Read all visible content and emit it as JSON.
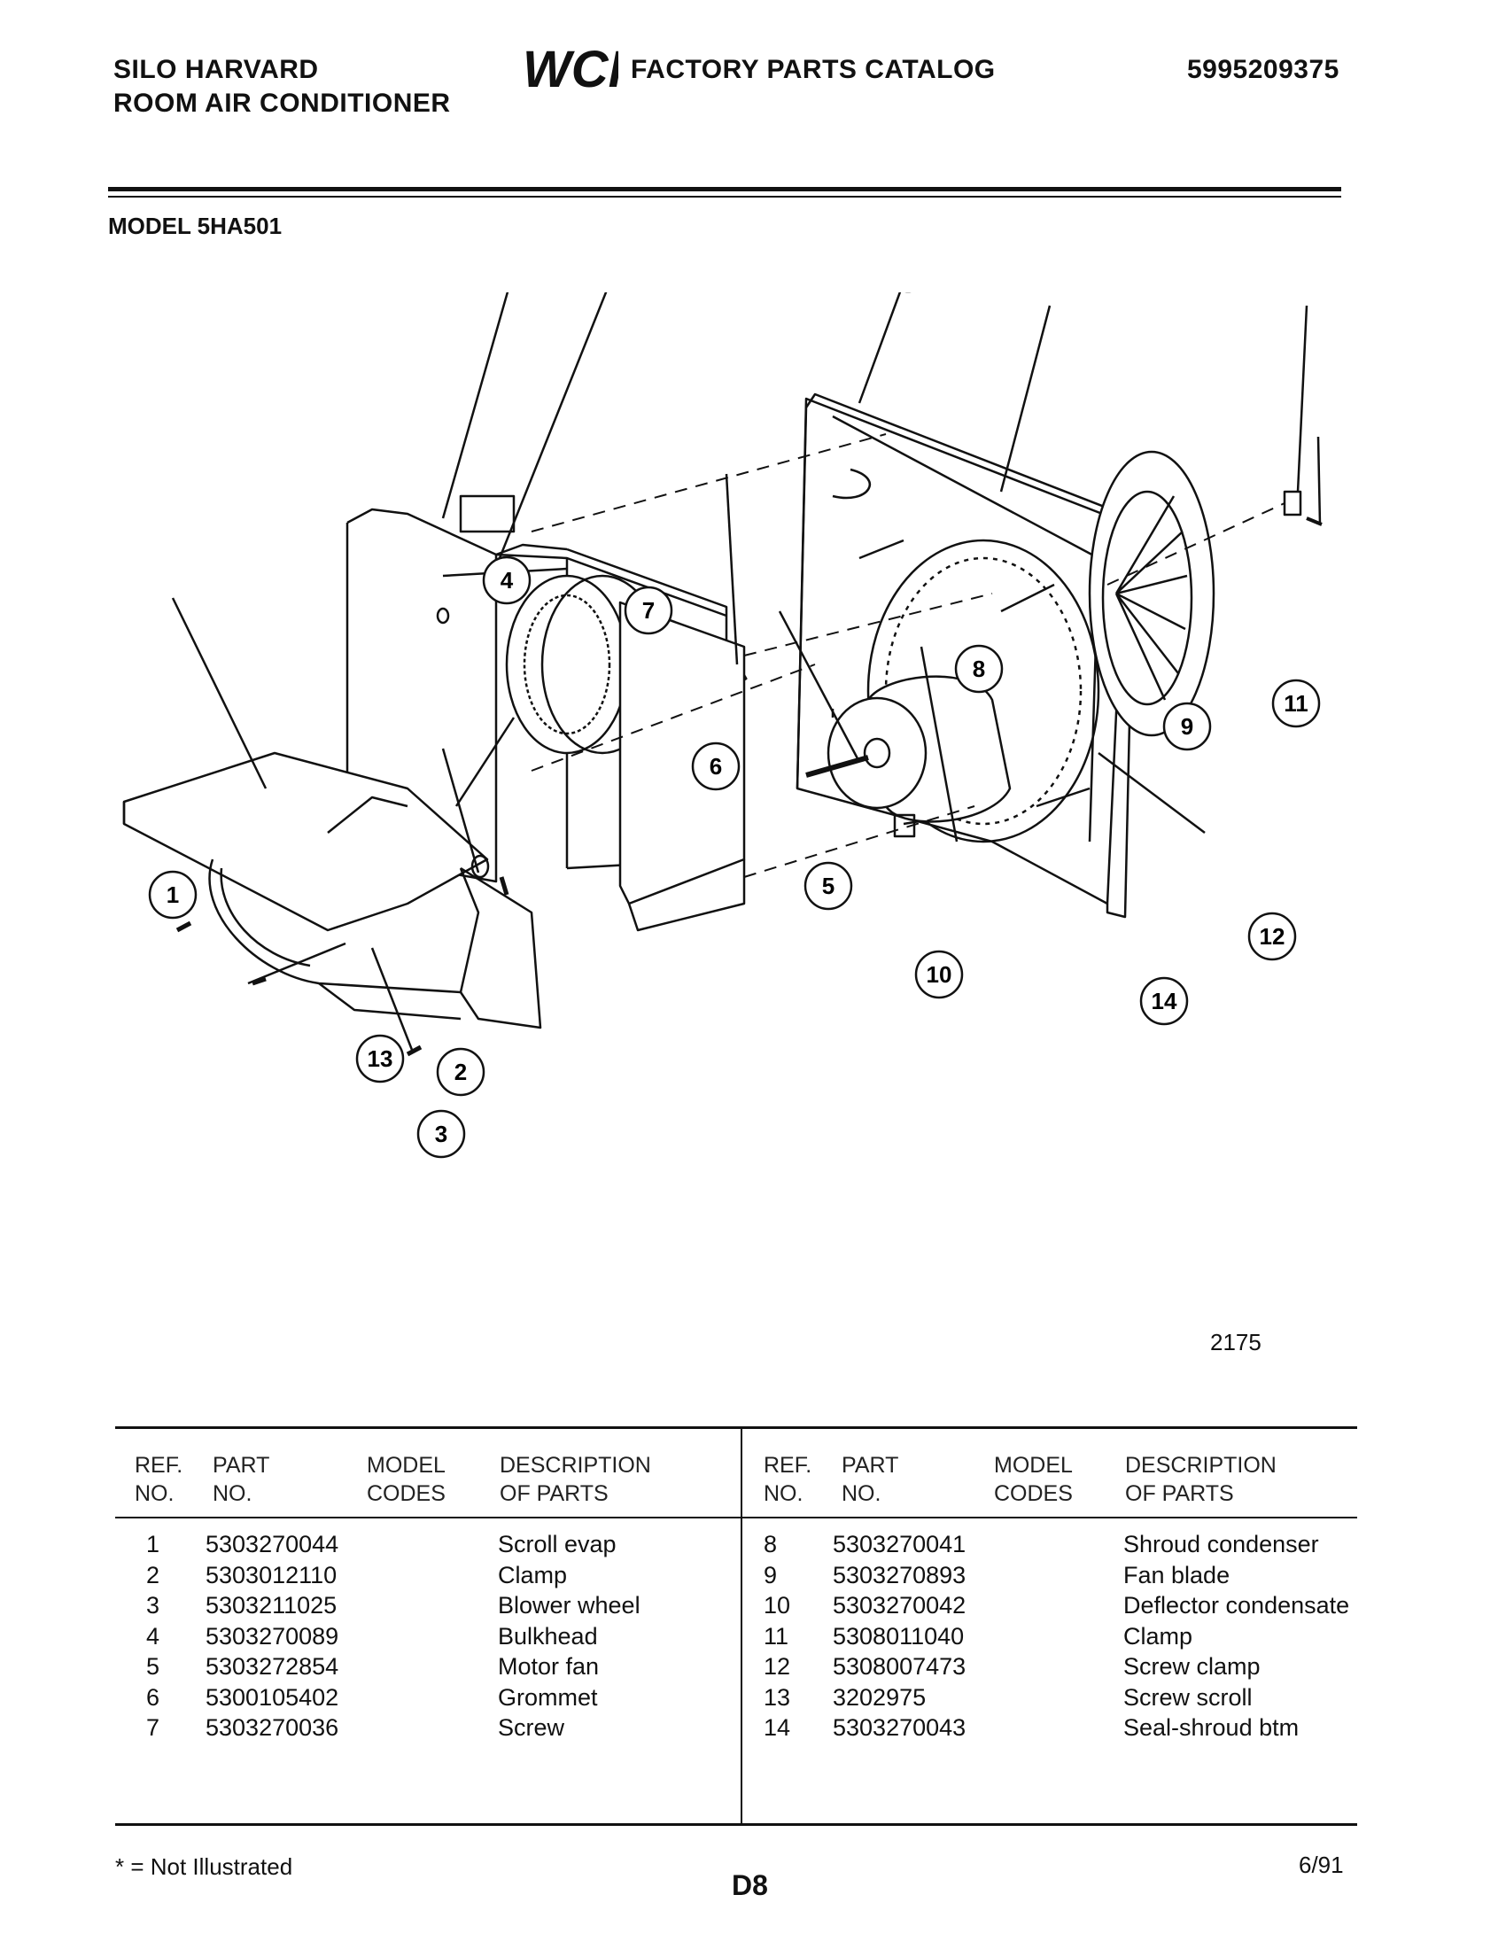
{
  "header": {
    "brand_line1": "SILO HARVARD",
    "brand_line2": "ROOM AIR CONDITIONER",
    "logo_text": "WCI",
    "catalog_title": "FACTORY PARTS CATALOG",
    "catalog_number": "5995209375"
  },
  "model": "MODEL 5HA501",
  "diagram": {
    "figure_number": "2175",
    "callouts": [
      "1",
      "2",
      "3",
      "4",
      "5",
      "6",
      "7",
      "8",
      "9",
      "10",
      "11",
      "12",
      "13",
      "14"
    ]
  },
  "table": {
    "left_headers": {
      "ref": [
        "REF.",
        "NO."
      ],
      "part": [
        "PART",
        "NO."
      ],
      "model": [
        "MODEL",
        "CODES"
      ],
      "desc": [
        "DESCRIPTION",
        "OF PARTS"
      ]
    },
    "right_headers": {
      "ref": [
        "REF.",
        "NO."
      ],
      "part": [
        "PART",
        "NO."
      ],
      "model": [
        "MODEL",
        "CODES"
      ],
      "desc": [
        "DESCRIPTION",
        "OF PARTS"
      ]
    },
    "left_rows": [
      {
        "ref": "1",
        "part": "5303270044",
        "desc": "Scroll evap"
      },
      {
        "ref": "2",
        "part": "5303012110",
        "desc": "Clamp"
      },
      {
        "ref": "3",
        "part": "5303211025",
        "desc": "Blower wheel"
      },
      {
        "ref": "4",
        "part": "5303270089",
        "desc": "Bulkhead"
      },
      {
        "ref": "5",
        "part": "5303272854",
        "desc": "Motor fan"
      },
      {
        "ref": "6",
        "part": "5300105402",
        "desc": "Grommet"
      },
      {
        "ref": "7",
        "part": "5303270036",
        "desc": "Screw"
      }
    ],
    "right_rows": [
      {
        "ref": "8",
        "part": "5303270041",
        "desc": "Shroud condenser"
      },
      {
        "ref": "9",
        "part": "5303270893",
        "desc": "Fan blade"
      },
      {
        "ref": "10",
        "part": "5303270042",
        "desc": "Deflector condensate"
      },
      {
        "ref": "11",
        "part": "5308011040",
        "desc": "Clamp"
      },
      {
        "ref": "12",
        "part": "5308007473",
        "desc": "Screw clamp"
      },
      {
        "ref": "13",
        "part": "3202975",
        "desc": "Screw scroll"
      },
      {
        "ref": "14",
        "part": "5303270043",
        "desc": "Seal-shroud btm"
      }
    ]
  },
  "footer": {
    "footnote": "* = Not Illustrated",
    "page_id": "D8",
    "date": "6/91"
  }
}
